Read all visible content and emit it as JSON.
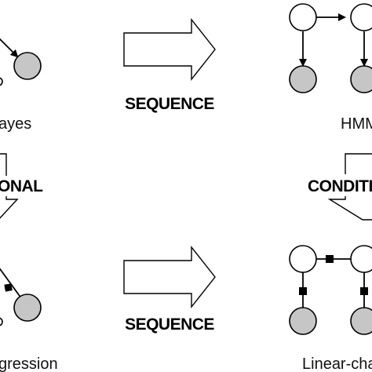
{
  "labels": {
    "top_left": "ayes",
    "top_right": "HMM",
    "bottom_left": "gression",
    "bottom_right": "Linear-cha"
  },
  "arrows": {
    "sequence_top": "SEQUENCE",
    "sequence_bottom": "SEQUENCE",
    "conditional_left": "ONAL",
    "conditional_right": "CONDITI"
  },
  "colors": {
    "observed_node": "#c6c6c6",
    "hidden_node": "#ffffff",
    "ink": "#000000"
  }
}
